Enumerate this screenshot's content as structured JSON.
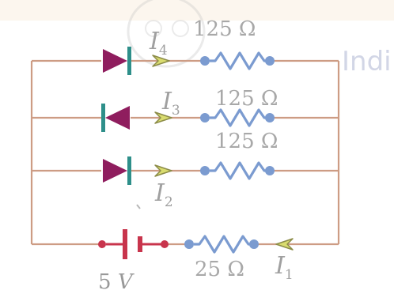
{
  "diagram": {
    "watermark_text": "Indi",
    "branches": [
      {
        "id": "top",
        "diode": "forward",
        "current_symbol": "I",
        "current_index": "4",
        "resistance": "125 Ω"
      },
      {
        "id": "second",
        "diode": "reverse",
        "current_symbol": "I",
        "current_index": "3",
        "resistance": "125 Ω"
      },
      {
        "id": "third",
        "diode": "forward",
        "current_symbol": "I",
        "current_index": "2",
        "resistance": "125 Ω"
      }
    ],
    "source": {
      "voltage_number": "5",
      "voltage_unit": "V",
      "series_resistance": "25 Ω",
      "current_symbol": "I",
      "current_index": "1"
    },
    "colors": {
      "wire": "#cd9c84",
      "diode": "#8f1d5e",
      "diode_bar": "#2e8f8a",
      "resistor": "#7b9bd0",
      "arrow_fill": "#d9dc6f",
      "arrow_stroke": "#8c8c48",
      "battery": "#c8344c",
      "header_band": "#fcf6ee"
    }
  }
}
